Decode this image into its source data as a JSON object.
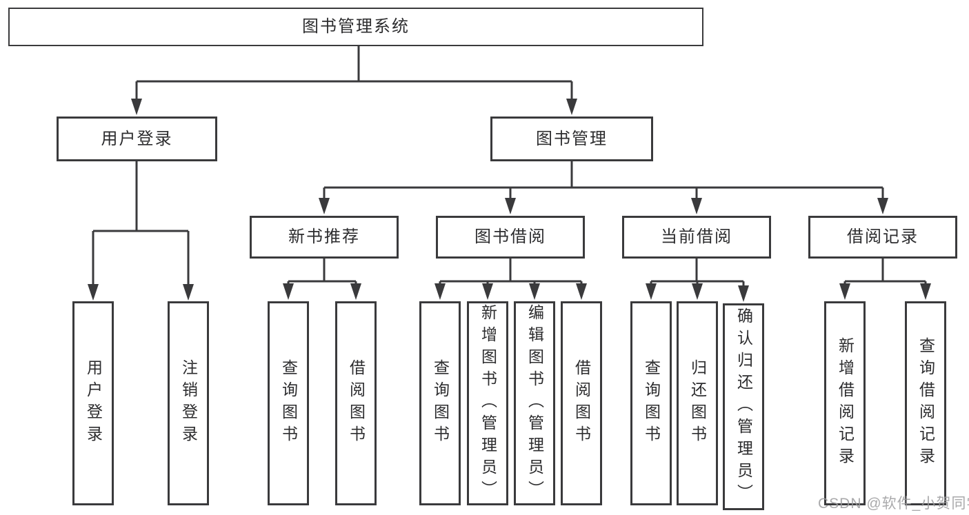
{
  "tree": {
    "label": "图书管理系统",
    "children": [
      {
        "label": "用户登录",
        "children": [
          {
            "label": "用户登录"
          },
          {
            "label": "注销登录"
          }
        ]
      },
      {
        "label": "图书管理",
        "children": [
          {
            "label": "新书推荐",
            "children": [
              {
                "label": "查询图书"
              },
              {
                "label": "借阅图书"
              }
            ]
          },
          {
            "label": "图书借阅",
            "children": [
              {
                "label": "查询图书"
              },
              {
                "label": "新增图书（管理员）"
              },
              {
                "label": "编辑图书（管理员）"
              },
              {
                "label": "借阅图书"
              }
            ]
          },
          {
            "label": "当前借阅",
            "children": [
              {
                "label": "查询图书"
              },
              {
                "label": "归还图书"
              },
              {
                "label": "确认归还（管理员）"
              }
            ]
          },
          {
            "label": "借阅记录",
            "children": [
              {
                "label": "新增借阅记录"
              },
              {
                "label": "查询借阅记录"
              }
            ]
          }
        ]
      }
    ]
  },
  "watermark": {
    "text": "CSDN @软件_小贺同学"
  },
  "colors": {
    "line": "#3a3a3c",
    "text": "#2c2c2e",
    "watermark": "#9b9b9d",
    "background": "#ffffff"
  }
}
